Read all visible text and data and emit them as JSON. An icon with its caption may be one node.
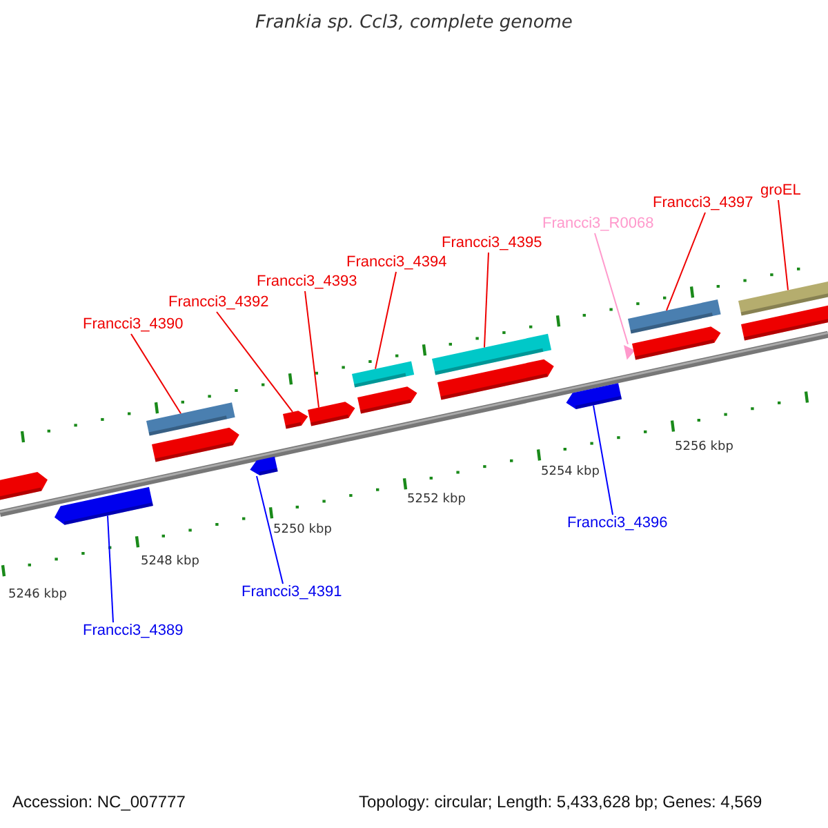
{
  "diagram": {
    "title": "Frankia sp. Ccl3, complete genome",
    "nodes": [
      {
        "text": [
          "Francci3_4390"
        ]
      },
      {
        "text": [
          "Francci3_4392"
        ]
      },
      {
        "text": [
          "Francci3_4393"
        ]
      },
      {
        "text": [
          "Francci3_4394"
        ]
      },
      {
        "text": [
          "Francci3_4395"
        ]
      },
      {
        "text": [
          "Francci3_R0068"
        ]
      },
      {
        "text": [
          "Francci3_4397"
        ]
      },
      {
        "text": [
          "groEL"
        ]
      },
      {
        "text": [
          "Francci3_4389"
        ]
      },
      {
        "text": [
          "Francci3_4391"
        ]
      },
      {
        "text": [
          "Francci3_4396"
        ]
      },
      {
        "text": [],
        "shape": "arrow"
      },
      {
        "text": [],
        "shape": "arrow"
      },
      {
        "text": [],
        "shape": "bar"
      },
      {
        "text": [],
        "shape": "arrow"
      },
      {
        "text": [],
        "shape": "arrow"
      },
      {
        "text": [],
        "shape": "arrow"
      },
      {
        "text": [],
        "shape": "arrow"
      },
      {
        "text": [],
        "shape": "bar"
      },
      {
        "text": [],
        "shape": "arrow"
      },
      {
        "text": [],
        "shape": "bar"
      },
      {
        "text": [],
        "shape": "arrow"
      },
      {
        "text": [],
        "shape": "arrow"
      },
      {
        "text": [],
        "shape": "triangle"
      },
      {
        "text": [],
        "shape": "bar"
      },
      {
        "text": [],
        "shape": "arrow"
      },
      {
        "text": [],
        "shape": "bar"
      },
      {
        "text": [],
        "shape": "arrow"
      }
    ],
    "edges": [
      {
        "from": 0,
        "to": 13,
        "arrow": "none"
      },
      {
        "from": 1,
        "to": 16,
        "arrow": "none"
      },
      {
        "from": 2,
        "to": 17,
        "arrow": "none"
      },
      {
        "from": 3,
        "to": 18,
        "arrow": "none"
      },
      {
        "from": 4,
        "to": 20,
        "arrow": "none"
      },
      {
        "from": 5,
        "to": 23,
        "arrow": "none",
        "color": "#ff99cc"
      },
      {
        "from": 6,
        "to": 24,
        "arrow": "none"
      },
      {
        "from": 7,
        "to": 26,
        "arrow": "none"
      },
      {
        "from": 8,
        "to": 12,
        "arrow": "none",
        "color": "#0000ff"
      },
      {
        "from": 9,
        "to": 15,
        "arrow": "none",
        "color": "#0000ff"
      },
      {
        "from": 10,
        "to": 22,
        "arrow": "none",
        "color": "#0000ff"
      }
    ],
    "labels": [
      "5246 kbp",
      "5248 kbp",
      "5250 kbp",
      "5252 kbp",
      "5254 kbp",
      "5256 kbp",
      "Accession: NC_007777",
      "Topology: circular; Length: 5,433,628 bp; Genes: 4,569"
    ]
  }
}
